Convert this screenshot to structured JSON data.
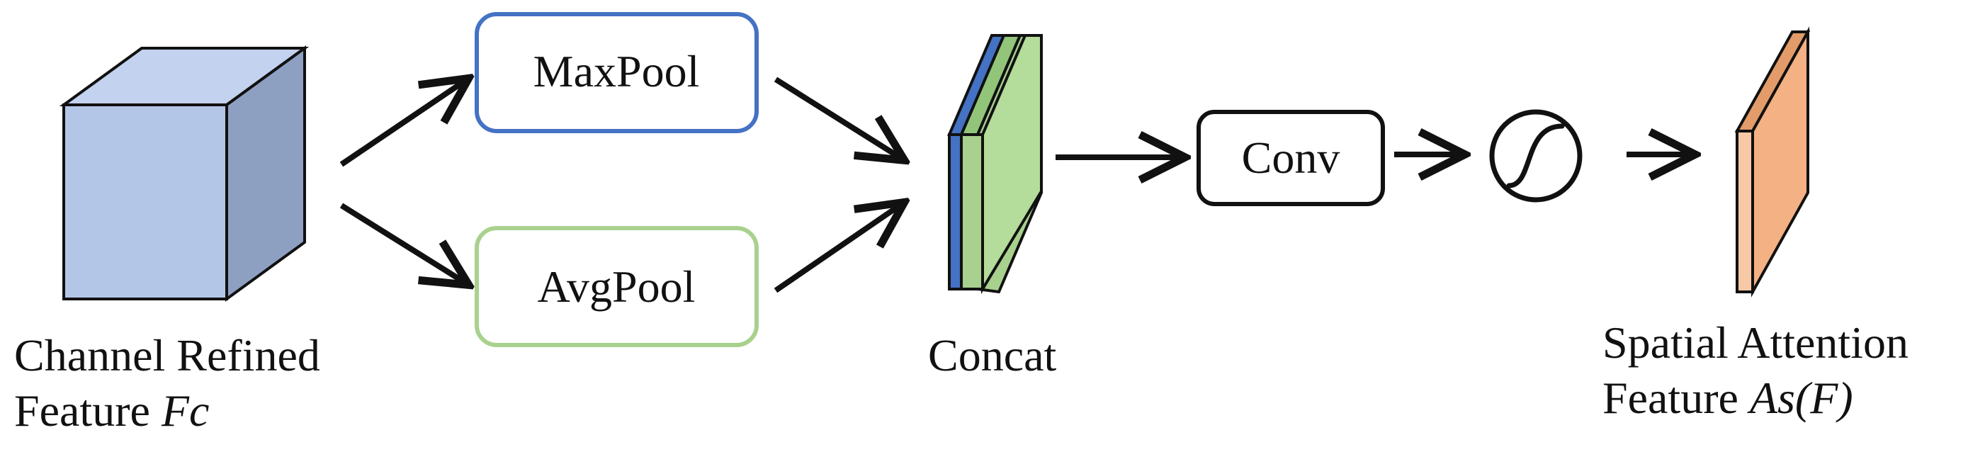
{
  "nodes": {
    "input_feature": {
      "label_line1": "Channel Refined",
      "label_line2_prefix": "Feature ",
      "label_line2_symbol": "Fc"
    },
    "maxpool": {
      "label": "MaxPool"
    },
    "avgpool": {
      "label": "AvgPool"
    },
    "concat": {
      "label": "Concat"
    },
    "conv": {
      "label": "Conv"
    },
    "sigmoid": {
      "icon": "sigmoid-icon"
    },
    "output_feature": {
      "label_line1": "Spatial Attention",
      "label_line2_prefix": "Feature ",
      "label_line2_symbol": "As(F)"
    }
  },
  "colors": {
    "cube_face": "#b4c6e7",
    "cube_side": "#8ea0c2",
    "maxpool_border": "#4472c4",
    "avgpool_border": "#a9d18e",
    "concat_blue": "#4472c4",
    "concat_green": "#a9d18e",
    "output_orange": "#f4b183",
    "stroke": "#111111"
  }
}
